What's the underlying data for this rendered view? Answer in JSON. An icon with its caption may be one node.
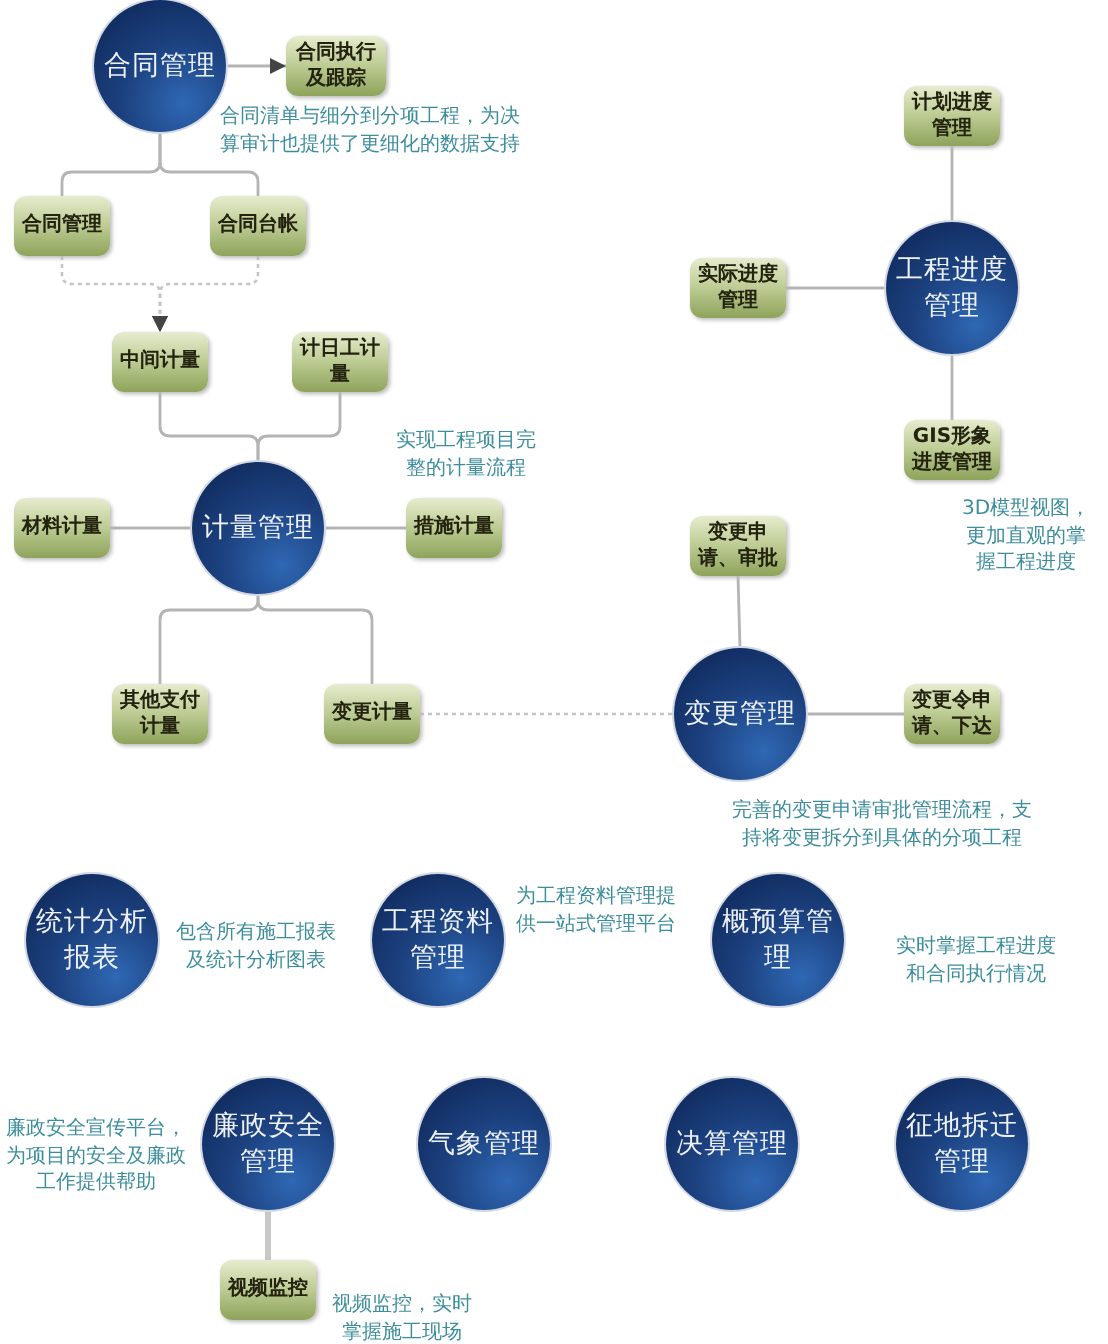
{
  "diagram": {
    "nodes": [
      {
        "text": [
          "合同管理"
        ],
        "beside": [
          "合同清单与细分到分项工程，为决算审计也提供了更细化的数据支持"
        ]
      },
      {
        "text": [
          "合同执行及跟踪"
        ]
      },
      {
        "text": [
          "合同管理"
        ]
      },
      {
        "text": [
          "合同台帐"
        ]
      },
      {
        "text": [
          "中间计量"
        ]
      },
      {
        "text": [
          "计日工计量"
        ]
      },
      {
        "text": [
          "计量管理"
        ]
      },
      {
        "text": [
          "材料计量"
        ]
      },
      {
        "text": [
          "措施计量"
        ]
      },
      {
        "text": [
          "其他支付计量"
        ]
      },
      {
        "text": [
          "变更计量"
        ]
      },
      {
        "text": [
          "计划进度管理"
        ]
      },
      {
        "text": [
          "工程进度管理"
        ]
      },
      {
        "text": [
          "实际进度管理"
        ]
      },
      {
        "text": [
          "GIS形象进度管理"
        ],
        "beside": [
          "3D模型视图，更加直观的掌握工程进度"
        ]
      },
      {
        "text": [
          "变更申请、审批"
        ]
      },
      {
        "text": [
          "变更管理"
        ]
      },
      {
        "text": [
          "变更令申请、下达"
        ]
      },
      {
        "text": [
          "统计分析报表"
        ],
        "beside": [
          "包含所有施工报表及统计分析图表"
        ]
      },
      {
        "text": [
          "工程资料管理"
        ],
        "beside": [
          "为工程资料管理提供一站式管理平台"
        ]
      },
      {
        "text": [
          "概预算管理"
        ],
        "beside": [
          "实时掌握工程进度和合同执行情况"
        ]
      },
      {
        "text": [
          "廉政安全管理"
        ],
        "beside": [
          "廉政安全宣传平台，为项目的安全及廉政工作提供帮助"
        ]
      },
      {
        "text": [
          "气象管理"
        ]
      },
      {
        "text": [
          "决算管理"
        ]
      },
      {
        "text": [
          "征地拆迁管理"
        ]
      },
      {
        "text": [
          "视频监控"
        ],
        "beside": [
          "视频监控，实时掌握施工现场"
        ]
      }
    ],
    "edges": [
      {
        "from": 0,
        "to": 1,
        "arrow": "to"
      },
      {
        "from": 0,
        "to": 2,
        "arrow": "none"
      },
      {
        "from": 0,
        "to": 3,
        "arrow": "none"
      },
      {
        "from": 2,
        "to": 4,
        "arrow": "to",
        "style": "dashed"
      },
      {
        "from": 3,
        "to": 4,
        "arrow": "to",
        "style": "dashed"
      },
      {
        "from": 4,
        "to": 6,
        "arrow": "none"
      },
      {
        "from": 5,
        "to": 6,
        "arrow": "none"
      },
      {
        "from": 6,
        "to": 7,
        "arrow": "none"
      },
      {
        "from": 6,
        "to": 8,
        "arrow": "none"
      },
      {
        "from": 6,
        "to": 9,
        "arrow": "none"
      },
      {
        "from": 6,
        "to": 10,
        "arrow": "none"
      },
      {
        "from": 10,
        "to": 16,
        "arrow": "none",
        "style": "dashed"
      },
      {
        "from": 12,
        "to": 11,
        "arrow": "none"
      },
      {
        "from": 12,
        "to": 13,
        "arrow": "none"
      },
      {
        "from": 12,
        "to": 14,
        "arrow": "none"
      },
      {
        "from": 16,
        "to": 15,
        "arrow": "none"
      },
      {
        "from": 16,
        "to": 17,
        "arrow": "none"
      },
      {
        "from": 21,
        "to": 25,
        "arrow": "none",
        "style": "thick"
      }
    ],
    "labels": [
      "实现工程项目完整的计量流程",
      "完善的变更申请审批管理流程，支持将变更拆分到具体的分项工程"
    ]
  }
}
